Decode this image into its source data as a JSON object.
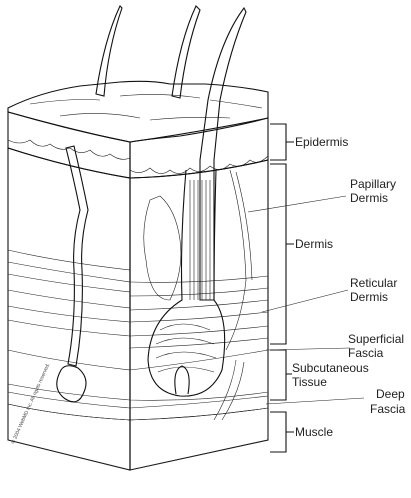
{
  "labels": {
    "epidermis": "Epidermis",
    "papillary_1": "Papillary",
    "papillary_2": "Dermis",
    "dermis": "Dermis",
    "reticular_1": "Reticular",
    "reticular_2": "Dermis",
    "superficial_1": "Superficial",
    "superficial_2": "Fascia",
    "subcut_1": "Subcutaneous",
    "subcut_2": "Tissue",
    "deep_1": "Deep",
    "deep_2": "Fascia",
    "muscle": "Muscle"
  },
  "copyright": "© 2004 WebMD Inc. All rights reserved."
}
